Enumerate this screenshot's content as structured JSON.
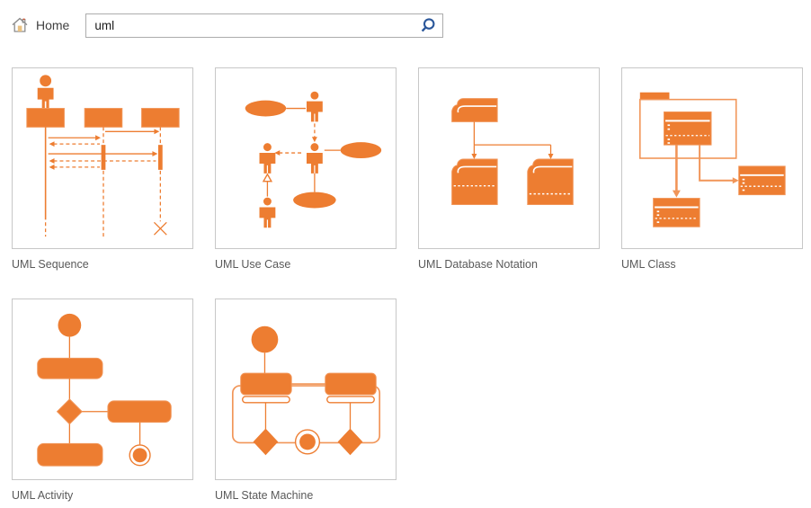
{
  "topbar": {
    "home_label": "Home",
    "search_value": "uml",
    "icons": {
      "home": "home-icon",
      "search": "search-icon"
    }
  },
  "templates": [
    {
      "name": "UML Sequence"
    },
    {
      "name": "UML Use Case"
    },
    {
      "name": "UML Database Notation"
    },
    {
      "name": "UML Class"
    },
    {
      "name": "UML Activity"
    },
    {
      "name": "UML State Machine"
    }
  ],
  "colors": {
    "accent_orange": "#ED7D31",
    "accent_orange_light": "#F19558",
    "search_icon_blue": "#2B579A",
    "label_gray": "#595959",
    "card_border": "#C7C7C7",
    "search_border": "#ACACAC"
  }
}
